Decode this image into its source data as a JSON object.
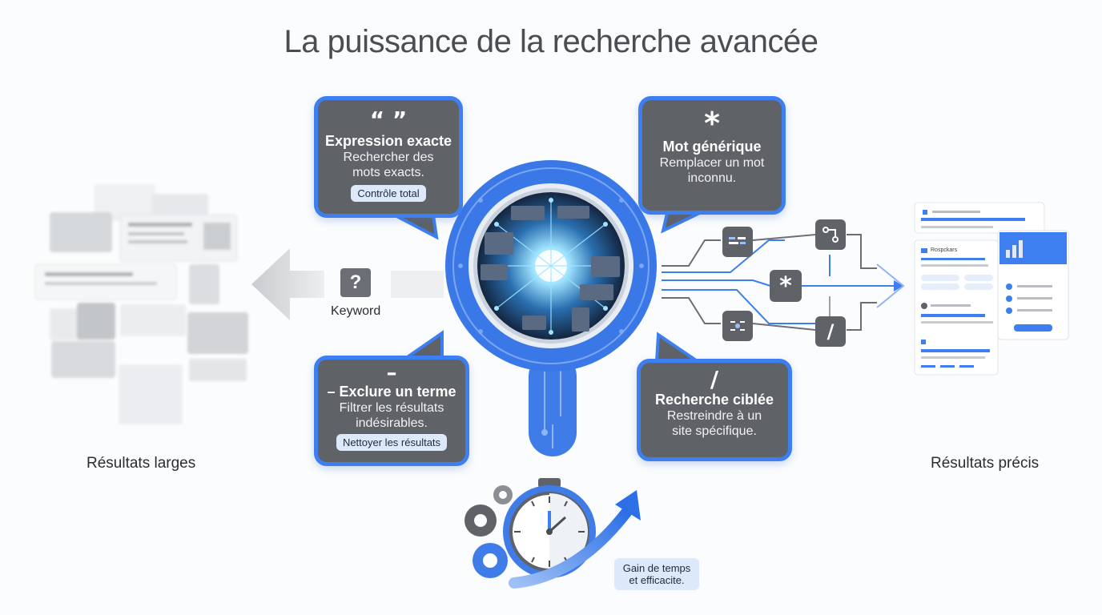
{
  "title": "La puissance de la recherche avancée",
  "left_label": "Résultats larges",
  "right_label": "Résultats précis",
  "keyword": {
    "symbol": "?",
    "label": "Keyword"
  },
  "bubbles": {
    "exact": {
      "symbol": "“ ”",
      "title": "Expression exacte",
      "desc_line1": "Rechercher des",
      "desc_line2": "mots exacts.",
      "chip": "Contrôle total"
    },
    "wildcard": {
      "symbol": "*",
      "title": "Mot générique",
      "desc_line1": "Remplacer un mot",
      "desc_line2": "inconnu."
    },
    "exclude": {
      "symbol": "–",
      "title": "– Exclure un terme",
      "desc_line1": "Filtrer les résultats",
      "desc_line2": "indésirables.",
      "chip": "Nettoyer les résultats"
    },
    "site": {
      "symbol": "/",
      "title": "Recherche ciblée",
      "desc_line1": "Restreindre à un",
      "desc_line2": "site spécifique."
    }
  },
  "flow_nodes": {
    "star": "*",
    "slash": "/"
  },
  "result_card_label": "Rospckars",
  "gain": {
    "line1": "Gain de temps",
    "line2": "et efficacite."
  },
  "colors": {
    "accent": "#3d7ff0",
    "bubble": "#5f6266",
    "chip": "#dde8fa"
  }
}
